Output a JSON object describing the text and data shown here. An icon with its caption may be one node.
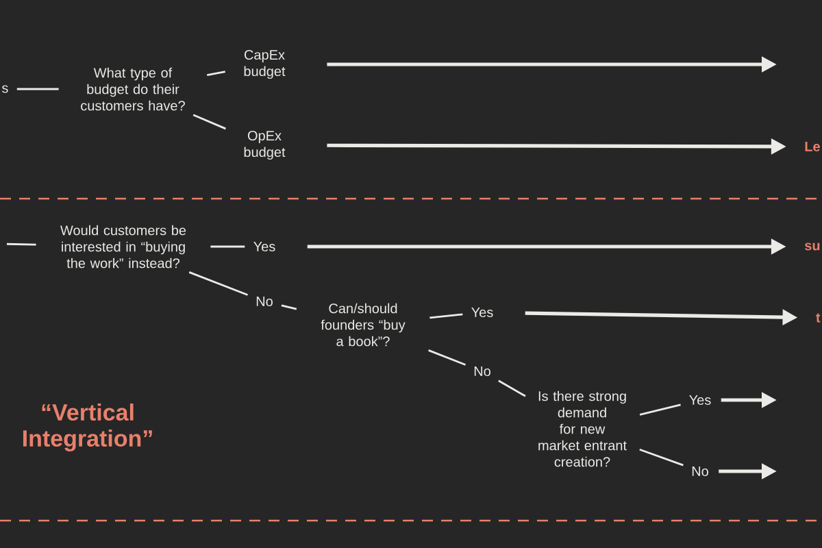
{
  "diagram": {
    "nodes": [
      {
        "text": [
          "s"
        ]
      },
      {
        "text": [
          "What type of budget do their customers have?"
        ]
      },
      {
        "text": [
          "CapEx budget"
        ]
      },
      {
        "text": [
          "OpEx budget"
        ]
      },
      {
        "text": [
          "Le"
        ]
      },
      {
        "text": [
          "Would customers be interested in “buying the work” instead?"
        ]
      },
      {
        "text": [
          "Yes"
        ]
      },
      {
        "text": [
          "su"
        ]
      },
      {
        "text": [
          "No"
        ]
      },
      {
        "text": [
          "Can/should founders “buy a book”?"
        ]
      },
      {
        "text": [
          "Yes"
        ]
      },
      {
        "text": [
          "t"
        ]
      },
      {
        "text": [
          "No"
        ]
      },
      {
        "text": [
          "Is there strong demand for new market entrant creation?"
        ]
      },
      {
        "text": [
          "Yes"
        ]
      },
      {
        "text": [
          "No"
        ]
      }
    ],
    "edges": [
      {
        "from": 0,
        "to": 1,
        "arrow": "none"
      },
      {
        "from": 1,
        "to": 2,
        "arrow": "none"
      },
      {
        "from": 1,
        "to": 3,
        "arrow": "none"
      },
      {
        "from": 2,
        "to": null,
        "arrow": "to"
      },
      {
        "from": 3,
        "to": 4,
        "arrow": "to"
      },
      {
        "from": null,
        "to": 5,
        "arrow": "none"
      },
      {
        "from": 5,
        "to": 6,
        "arrow": "none"
      },
      {
        "from": 5,
        "to": 8,
        "arrow": "none"
      },
      {
        "from": 6,
        "to": 7,
        "arrow": "to"
      },
      {
        "from": 8,
        "to": 9,
        "arrow": "none"
      },
      {
        "from": 9,
        "to": 10,
        "arrow": "none"
      },
      {
        "from": 10,
        "to": 11,
        "arrow": "to"
      },
      {
        "from": 9,
        "to": 12,
        "arrow": "none"
      },
      {
        "from": 12,
        "to": 13,
        "arrow": "none"
      },
      {
        "from": 13,
        "to": 14,
        "arrow": "none"
      },
      {
        "from": 13,
        "to": 15,
        "arrow": "none"
      },
      {
        "from": 14,
        "to": null,
        "arrow": "to"
      },
      {
        "from": 15,
        "to": null,
        "arrow": "to"
      }
    ],
    "labels": [
      "“Vertical Integration”"
    ]
  }
}
